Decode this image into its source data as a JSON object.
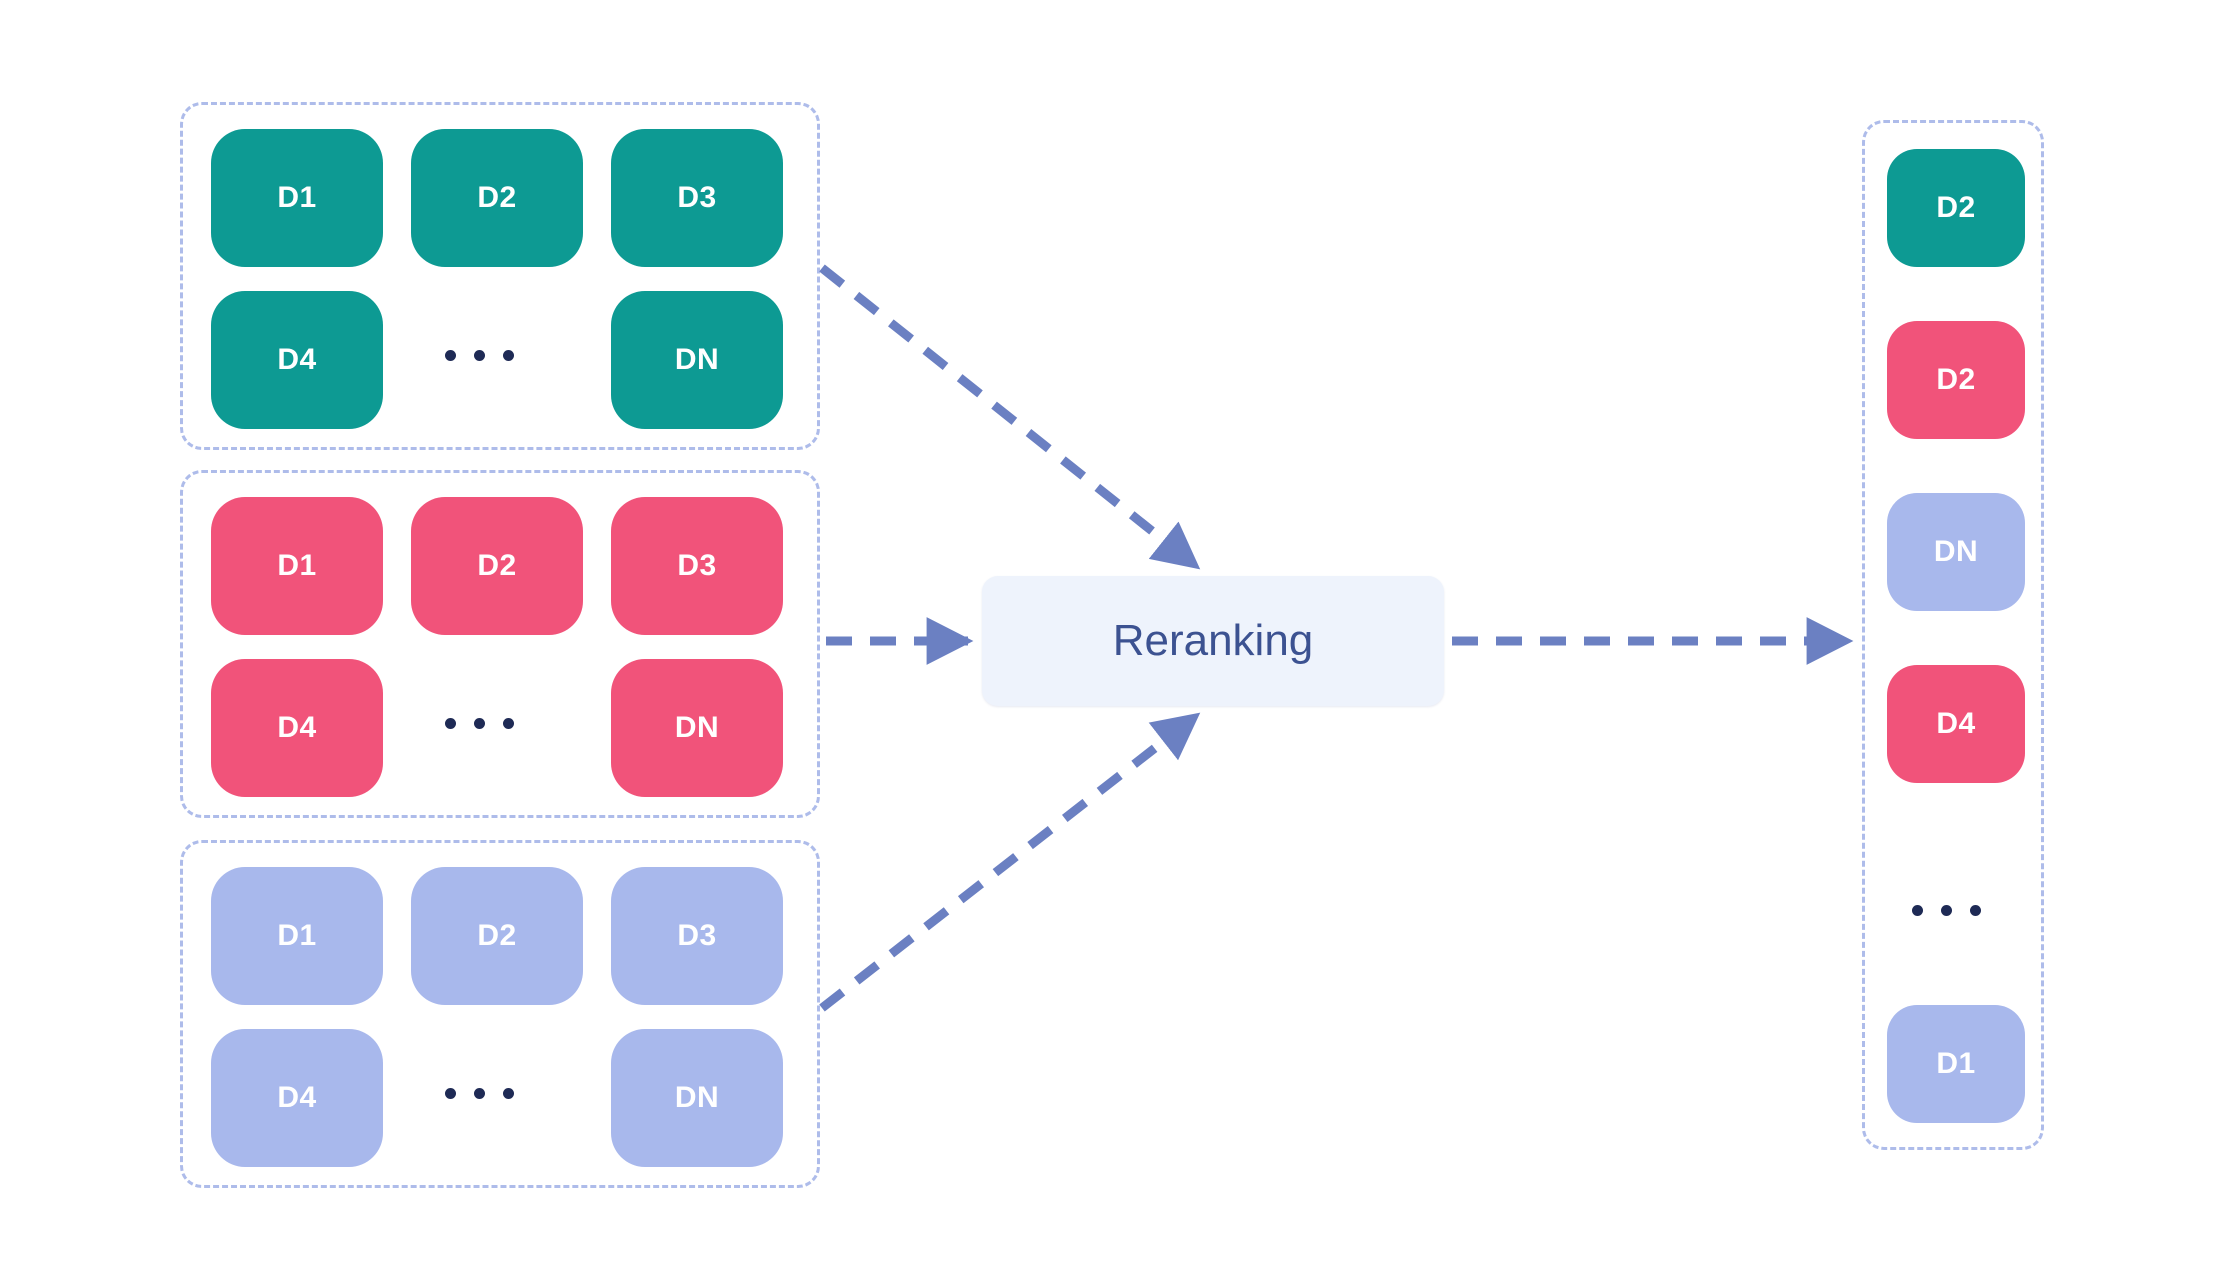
{
  "diagram": {
    "title_node": {
      "label": "Reranking"
    },
    "ellipsis": "...",
    "colors": {
      "teal": "#0d9a93",
      "pink": "#f1537a",
      "periwinkle": "#a8b8ec",
      "container_border": "#aebcea",
      "arrow": "#6b80c2",
      "node_fill": "#eef3fb",
      "node_text": "#3c5291",
      "dot": "#1e2a55"
    },
    "input_groups": [
      {
        "name": "retriever-result-set-1",
        "color_name": "teal",
        "color": "#0d9a93",
        "items": [
          "D1",
          "D2",
          "D3",
          "D4",
          "DN"
        ],
        "has_ellipsis": true
      },
      {
        "name": "retriever-result-set-2",
        "color_name": "pink",
        "color": "#f1537a",
        "items": [
          "D1",
          "D2",
          "D3",
          "D4",
          "DN"
        ],
        "has_ellipsis": true
      },
      {
        "name": "retriever-result-set-3",
        "color_name": "periwinkle",
        "color": "#a8b8ec",
        "items": [
          "D1",
          "D2",
          "D3",
          "D4",
          "DN"
        ],
        "has_ellipsis": true
      }
    ],
    "output_group": {
      "name": "reranked-result-list",
      "items": [
        {
          "label": "D2",
          "color_name": "teal",
          "color": "#0d9a93"
        },
        {
          "label": "D2",
          "color_name": "pink",
          "color": "#f1537a"
        },
        {
          "label": "DN",
          "color_name": "periwinkle",
          "color": "#a8b8ec"
        },
        {
          "label": "D4",
          "color_name": "pink",
          "color": "#f1537a"
        },
        {
          "label": "D1",
          "color_name": "periwinkle",
          "color": "#a8b8ec"
        }
      ],
      "has_ellipsis": true,
      "ellipsis_after_index": 3
    },
    "arrows": [
      {
        "name": "arrow-group1-to-reranking",
        "from": "retriever-result-set-1",
        "to": "Reranking",
        "style": "dashed",
        "direction": "diagonal-down-right"
      },
      {
        "name": "arrow-group2-to-reranking",
        "from": "retriever-result-set-2",
        "to": "Reranking",
        "style": "dashed",
        "direction": "right"
      },
      {
        "name": "arrow-group3-to-reranking",
        "from": "retriever-result-set-3",
        "to": "Reranking",
        "style": "dashed",
        "direction": "diagonal-up-right"
      },
      {
        "name": "arrow-reranking-to-output",
        "from": "Reranking",
        "to": "reranked-result-list",
        "style": "dashed",
        "direction": "right"
      }
    ]
  }
}
